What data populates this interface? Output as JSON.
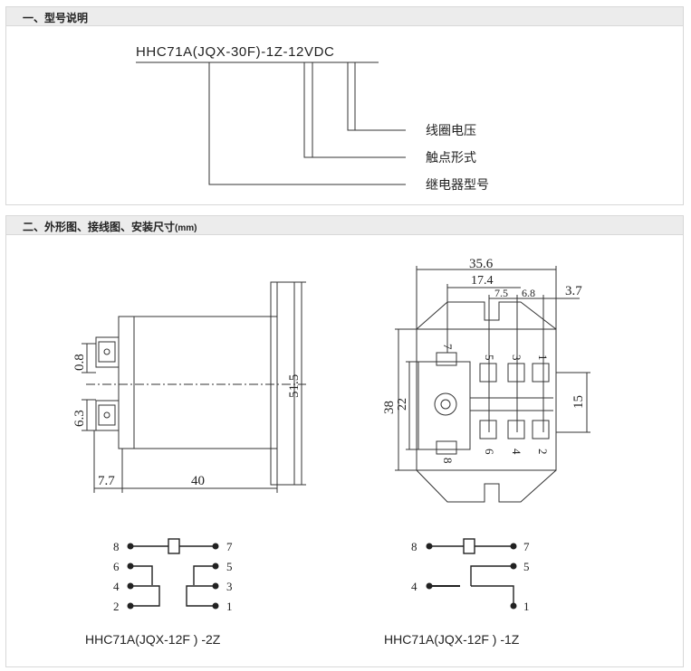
{
  "section1": {
    "title": "一、型号说明",
    "model_code": "HHC71A(JQX-30F)-1Z-12VDC",
    "labels": {
      "coil_voltage": "线圈电压",
      "contact_form": "触点形式",
      "relay_model": "继电器型号"
    }
  },
  "section2": {
    "title": "二、外形图、接线图、安装尺寸",
    "title_unit": "(mm)",
    "side_view": {
      "dim_08": "0.8",
      "dim_63": "6.3",
      "dim_515": "51.5",
      "dim_77": "7.7",
      "dim_40": "40"
    },
    "top_view": {
      "dim_356": "35.6",
      "dim_174": "17.4",
      "dim_75": "7.5",
      "dim_68": "6.8",
      "dim_37": "3.7",
      "dim_38": "38",
      "dim_22": "22",
      "dim_15": "15",
      "pin_7": "7",
      "pin_5": "5",
      "pin_3": "3",
      "pin_1": "1",
      "pin_8": "8",
      "pin_6": "6",
      "pin_4": "4",
      "pin_2": "2"
    },
    "schematic_2z": {
      "caption": "HHC71A(JQX-12F ) -2Z",
      "p8": "8",
      "p7": "7",
      "p6": "6",
      "p5": "5",
      "p4": "4",
      "p3": "3",
      "p2": "2",
      "p1": "1"
    },
    "schematic_1z": {
      "caption": "HHC71A(JQX-12F ) -1Z",
      "p8": "8",
      "p7": "7",
      "p5": "5",
      "p4": "4",
      "p1": "1"
    }
  }
}
